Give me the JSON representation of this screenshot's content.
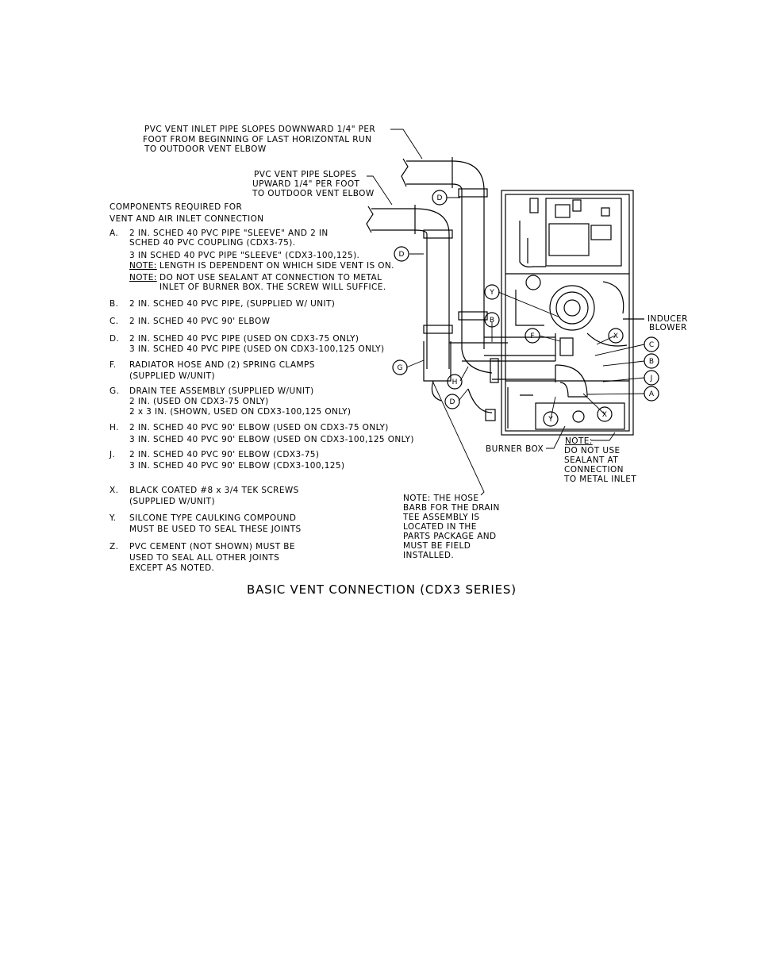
{
  "callouts": {
    "inlet_pipe": [
      "PVC VENT INLET PIPE SLOPES DOWNWARD 1/4\" PER",
      "FOOT FROM BEGINNING OF LAST HORIZONTAL RUN",
      "TO OUTDOOR VENT ELBOW"
    ],
    "vent_pipe": [
      "PVC VENT PIPE SLOPES",
      "UPWARD 1/4\" PER FOOT",
      "TO OUTDOOR VENT ELBOW"
    ],
    "inducer": [
      "INDUCER",
      "BLOWER"
    ],
    "burner_box": "BURNER BOX",
    "note_label": "NOTE:",
    "note_sealant": [
      "DO NOT USE",
      "SEALANT AT",
      "CONNECTION",
      "TO METAL INLET"
    ],
    "hose_note": [
      "NOTE: THE HOSE",
      "BARB FOR THE DRAIN",
      "TEE ASSEMBLY IS",
      "LOCATED IN THE",
      "PARTS PACKAGE AND",
      "MUST BE FIELD",
      "INSTALLED."
    ]
  },
  "components_header": [
    "COMPONENTS REQUIRED FOR",
    "VENT AND AIR INLET CONNECTION"
  ],
  "components": {
    "A": {
      "key": "A.",
      "lines": [
        "2 IN. SCHED 40 PVC PIPE \"SLEEVE\" AND 2 IN",
        "SCHED 40 PVC COUPLING (CDX3-75).",
        "3 IN SCHED 40 PVC PIPE \"SLEEVE\" (CDX3-100,125)."
      ],
      "note1_label": "NOTE:",
      "note1": "LENGTH IS DEPENDENT ON WHICH SIDE VENT IS ON.",
      "note2_label": "NOTE:",
      "note2": "DO NOT USE SEALANT AT CONNECTION TO METAL",
      "note2b": "INLET OF BURNER BOX. THE SCREW WILL SUFFICE."
    },
    "B": {
      "key": "B.",
      "lines": [
        "2 IN. SCHED 40 PVC PIPE, (SUPPLIED W/ UNIT)"
      ]
    },
    "C": {
      "key": "C.",
      "lines": [
        "2 IN. SCHED 40 PVC 90' ELBOW"
      ]
    },
    "D": {
      "key": "D.",
      "lines": [
        "2 IN. SCHED 40 PVC PIPE (USED ON CDX3-75 ONLY)",
        "3 IN. SCHED 40 PVC PIPE (USED ON CDX3-100,125 ONLY)"
      ]
    },
    "F": {
      "key": "F.",
      "lines": [
        "RADIATOR HOSE AND (2) SPRING CLAMPS",
        "(SUPPLIED W/UNIT)"
      ]
    },
    "G": {
      "key": "G.",
      "lines": [
        "DRAIN TEE ASSEMBLY (SUPPLIED W/UNIT)",
        "2 IN. (USED ON CDX3-75 ONLY)",
        "2 x 3 IN. (SHOWN, USED ON CDX3-100,125 ONLY)"
      ]
    },
    "H": {
      "key": "H.",
      "lines": [
        "2 IN. SCHED 40 PVC 90' ELBOW (USED ON CDX3-75 ONLY)",
        "3 IN. SCHED 40 PVC 90' ELBOW (USED ON CDX3-100,125 ONLY)"
      ]
    },
    "J": {
      "key": "J.",
      "lines": [
        "2 IN. SCHED 40 PVC 90' ELBOW (CDX3-75)",
        "3 IN. SCHED 40 PVC 90' ELBOW (CDX3-100,125)"
      ]
    },
    "X": {
      "key": "X.",
      "lines": [
        "BLACK COATED #8 x 3/4 TEK SCREWS",
        "(SUPPLIED W/UNIT)"
      ]
    },
    "Y": {
      "key": "Y.",
      "lines": [
        "SILCONE TYPE CAULKING COMPOUND",
        "MUST BE USED TO SEAL THESE JOINTS"
      ]
    },
    "Z": {
      "key": "Z.",
      "lines": [
        "PVC CEMENT (NOT SHOWN) MUST BE",
        "USED TO SEAL ALL OTHER JOINTS",
        "EXCEPT AS NOTED."
      ]
    }
  },
  "bubbles": {
    "D": "D",
    "D2": "D",
    "D3": "D",
    "Y": "Y",
    "B": "B",
    "F": "F",
    "X": "X",
    "C": "C",
    "B2": "B",
    "J": "J",
    "A": "A",
    "G": "G",
    "H": "H",
    "Y2": "Y",
    "X2": "X"
  },
  "caption": "BASIC VENT CONNECTION (CDX3 SERIES)"
}
